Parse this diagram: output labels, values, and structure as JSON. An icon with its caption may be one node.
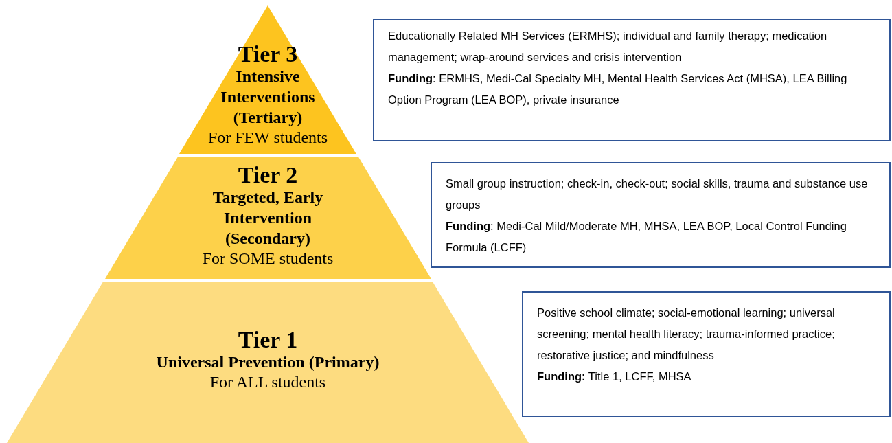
{
  "diagram": {
    "nodes": [
      {
        "text": [
          "Tier 3",
          "Intensive Interventions (Tertiary)",
          "For FEW students"
        ]
      },
      {
        "text": [
          "Educationally Related MH Services (ERMHS); individual and family therapy; medication management; wrap-around services and crisis intervention",
          "**Funding**: ERMHS, Medi-Cal Specialty MH, Mental Health Services Act (MHSA), LEA Billing Option Program (LEA BOP), private insurance"
        ]
      },
      {
        "text": [
          "Tier 2",
          "Targeted, Early Intervention (Secondary)",
          "For SOME students"
        ]
      },
      {
        "text": [
          "Small group instruction; check-in, check-out; social skills, trauma and substance use groups",
          "**Funding**: Medi-Cal Mild/Moderate MH, MHSA, LEA BOP, Local Control Funding Formula (LCFF)"
        ]
      },
      {
        "text": [
          "Tier 1",
          "Universal Prevention (Primary)",
          "For ALL students"
        ]
      },
      {
        "text": [
          "Positive school climate; social-emotional learning; universal screening; mental health literacy; trauma-informed practice; restorative justice; and mindfulness",
          "**Funding:** Title 1, LCFF, MHSA"
        ]
      }
    ]
  }
}
